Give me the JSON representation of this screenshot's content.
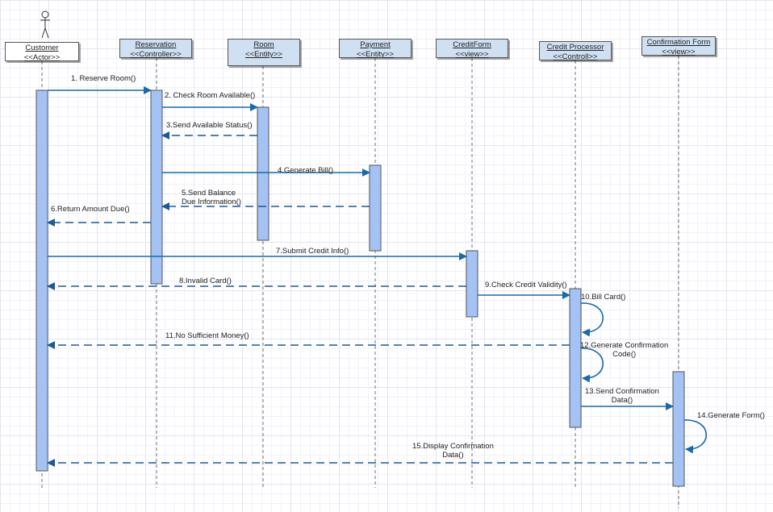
{
  "diagram": {
    "type": "UML Sequence Diagram",
    "colors": {
      "lifeline_box_fill": "#cfe0f3",
      "actor_box_fill": "#ffffff",
      "activation_fill": "#a4c2f4",
      "message_color": "#1a6aa8",
      "return_color": "#1a5a9c",
      "grid": "#e4e4f4"
    },
    "lifelines": [
      {
        "id": "customer",
        "name": "Customer",
        "stereotype": "<<Actor>>",
        "is_actor": true
      },
      {
        "id": "reservation",
        "name": "Reservation",
        "stereotype": "<<Controller>>",
        "is_actor": false
      },
      {
        "id": "room",
        "name": "Room",
        "stereotype": "<<Entity>>",
        "is_actor": false
      },
      {
        "id": "payment",
        "name": "Payment",
        "stereotype": "<<Entity>>",
        "is_actor": false
      },
      {
        "id": "creditform",
        "name": "CreditForm",
        "stereotype": "<<view>>",
        "is_actor": false
      },
      {
        "id": "creditprocessor",
        "name": "Credit Processor",
        "stereotype": "<<Controll>>",
        "is_actor": false
      },
      {
        "id": "confirmationform",
        "name": "Confirmation Form",
        "stereotype": "<<view>>",
        "is_actor": false
      }
    ],
    "messages": [
      {
        "num": 1,
        "from": "customer",
        "to": "reservation",
        "kind": "call",
        "label": [
          "1. Reserve Room()"
        ]
      },
      {
        "num": 2,
        "from": "reservation",
        "to": "room",
        "kind": "call",
        "label": [
          "2. Check Room Available()"
        ]
      },
      {
        "num": 3,
        "from": "room",
        "to": "reservation",
        "kind": "return",
        "label": [
          "3.Send Available Status()"
        ]
      },
      {
        "num": 4,
        "from": "reservation",
        "to": "payment",
        "kind": "call",
        "label": [
          "4.Generate Bill()"
        ]
      },
      {
        "num": 5,
        "from": "payment",
        "to": "reservation",
        "kind": "return",
        "label": [
          "5.Send Balance",
          "Due Information()"
        ]
      },
      {
        "num": 6,
        "from": "reservation",
        "to": "customer",
        "kind": "return",
        "label": [
          "6.Return Amount Due()"
        ]
      },
      {
        "num": 7,
        "from": "customer",
        "to": "creditform",
        "kind": "call",
        "label": [
          "7.Submit Credit Info()"
        ]
      },
      {
        "num": 8,
        "from": "creditform",
        "to": "customer",
        "kind": "return",
        "label": [
          "8.Invalid Card()"
        ]
      },
      {
        "num": 9,
        "from": "creditform",
        "to": "creditprocessor",
        "kind": "call",
        "label": [
          "9.Check Credit Validity()"
        ]
      },
      {
        "num": 10,
        "from": "creditprocessor",
        "to": "creditprocessor",
        "kind": "self",
        "label": [
          "10.Bill Card()"
        ]
      },
      {
        "num": 11,
        "from": "creditprocessor",
        "to": "customer",
        "kind": "return",
        "label": [
          "11.No Sufficient Money()"
        ]
      },
      {
        "num": 12,
        "from": "creditprocessor",
        "to": "creditprocessor",
        "kind": "self",
        "label": [
          "12.Generate Confirmation",
          "Code()"
        ]
      },
      {
        "num": 13,
        "from": "creditprocessor",
        "to": "confirmationform",
        "kind": "call",
        "label": [
          "13.Send Confirmation",
          "Data()"
        ]
      },
      {
        "num": 14,
        "from": "confirmationform",
        "to": "confirmationform",
        "kind": "self",
        "label": [
          "14.Generate Form()"
        ]
      },
      {
        "num": 15,
        "from": "confirmationform",
        "to": "customer",
        "kind": "return",
        "label": [
          "15.Display Confirmation",
          "Data()"
        ]
      }
    ]
  }
}
